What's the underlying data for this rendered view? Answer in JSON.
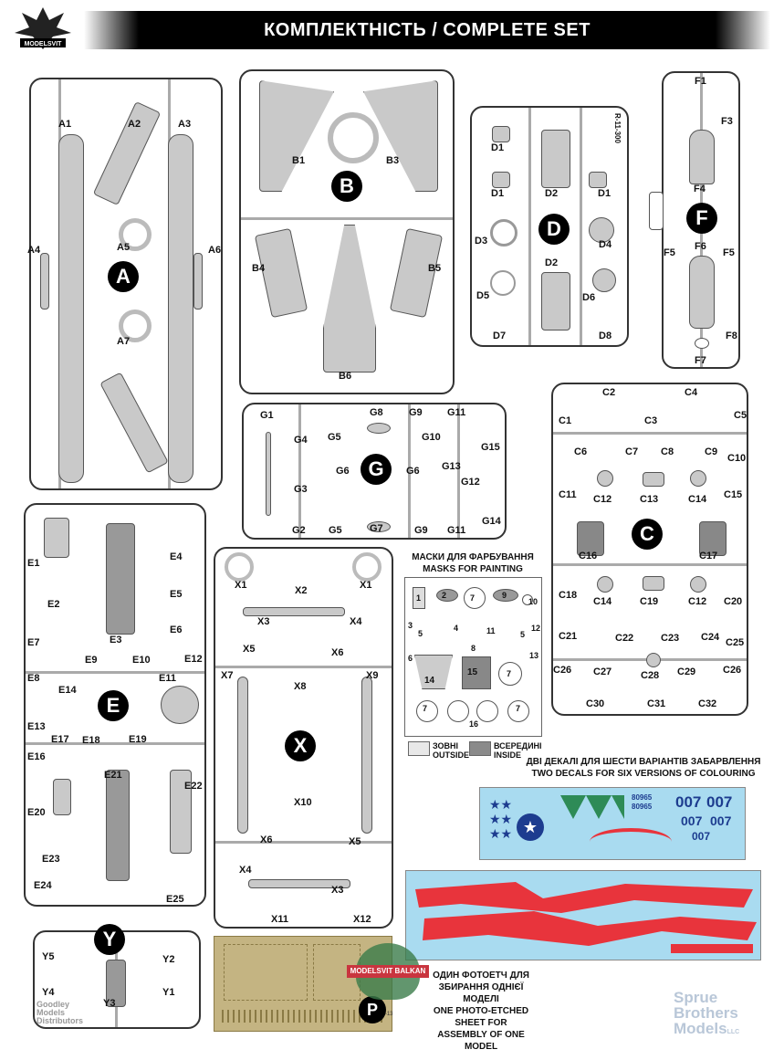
{
  "header": {
    "title": "КОМПЛЕКТНІСТЬ / COMPLETE SET",
    "brand": "MODELSVIT"
  },
  "sprues": {
    "A": {
      "letter": "A",
      "labels": [
        "A1",
        "A2",
        "A3",
        "A4",
        "A5",
        "A6",
        "A7"
      ]
    },
    "B": {
      "letter": "B",
      "labels": [
        "B1",
        "B3",
        "B4",
        "B5",
        "B6"
      ]
    },
    "D": {
      "letter": "D",
      "labels": [
        "D1",
        "D1",
        "D1",
        "D2",
        "D2",
        "D3",
        "D4",
        "D5",
        "D6",
        "D7",
        "D8"
      ],
      "code": "R-11-300"
    },
    "F": {
      "letter": "F",
      "labels": [
        "F1",
        "F3",
        "F4",
        "F5",
        "F6",
        "F5",
        "F8",
        "F7"
      ]
    },
    "G": {
      "letter": "G",
      "labels": [
        "G1",
        "G8",
        "G9",
        "G11",
        "G4",
        "G5",
        "G10",
        "G15",
        "G6",
        "G6",
        "G13",
        "G3",
        "G12",
        "G2",
        "G5",
        "G7",
        "G9",
        "G11",
        "G14"
      ]
    },
    "C": {
      "letter": "C",
      "labels": [
        "C2",
        "C4",
        "C1",
        "C3",
        "C5",
        "C6",
        "C7",
        "C8",
        "C9",
        "C10",
        "C11",
        "C12",
        "C13",
        "C14",
        "C15",
        "C16",
        "C17",
        "C18",
        "C14",
        "C19",
        "C12",
        "C20",
        "C21",
        "C22",
        "C23",
        "C24",
        "C25",
        "C26",
        "C27",
        "C28",
        "C29",
        "C26",
        "C30",
        "C31",
        "C32"
      ]
    },
    "E": {
      "letter": "E",
      "labels": [
        "E1",
        "E4",
        "E2",
        "E5",
        "E3",
        "E6",
        "E7",
        "E8",
        "E9",
        "E10",
        "E12",
        "E11",
        "E14",
        "E13",
        "E17",
        "E18",
        "E19",
        "E16",
        "E21",
        "E22",
        "E20",
        "E23",
        "E24",
        "E25"
      ]
    },
    "X": {
      "letter": "X",
      "labels": [
        "X1",
        "X1",
        "X2",
        "X3",
        "X4",
        "X5",
        "X6",
        "X7",
        "X8",
        "X9",
        "X10",
        "X6",
        "X5",
        "X4",
        "X3",
        "X11",
        "X12"
      ]
    },
    "Y": {
      "letter": "Y",
      "labels": [
        "Y5",
        "Y2",
        "Y4",
        "Y1",
        "Y3"
      ]
    }
  },
  "masks": {
    "title_ua": "МАСКИ ДЛЯ ФАРБУВАННЯ",
    "title_en": "MASKS FOR PAINTING",
    "numbers": [
      "1",
      "2",
      "7",
      "9",
      "10",
      "3",
      "4",
      "11",
      "5",
      "12",
      "5",
      "8",
      "13",
      "6",
      "14",
      "15",
      "7",
      "7",
      "16",
      "7"
    ],
    "legend": [
      {
        "ua": "ЗОВНІ",
        "en": "OUTSIDE",
        "color": "#e8e8e8"
      },
      {
        "ua": "ВСЕРЕДИНІ",
        "en": "INSIDE",
        "color": "#8a8a8a"
      }
    ]
  },
  "decals": {
    "note_ua": "ДВІ ДЕКАЛІ ДЛЯ ШЕСТИ ВАРІАНТІВ ЗАБАРВЛЕННЯ",
    "note_en": "TWO DECALS FOR SIX VERSIONS OF COLOURING",
    "sheet1_texts": [
      "007",
      "007",
      "007",
      "007",
      "007",
      "80965",
      "80965"
    ]
  },
  "photo_etch": {
    "note_ua_1": "ОДИН ФОТОЕТЧ ДЛЯ",
    "note_ua_2": "ЗБИРАННЯ ОДНІЄЇ МОДЕЛІ",
    "note_en_1": "ONE PHOTO-ETCHED SHEET FOR",
    "note_en_2": "ASSEMBLY OF ONE MODEL",
    "letter": "P",
    "caption": "МиГ-21Ф-13"
  },
  "watermarks": {
    "sprue_brothers": [
      "Sprue",
      "Brothers",
      "Models"
    ],
    "sprue_brothers_suffix": "LLC",
    "modelsvit_balkan": "MODELSVIT BALKAN",
    "distributor": [
      "Goodley",
      "Models",
      "Distributors"
    ]
  },
  "colors": {
    "pe_gold": "#c4b482",
    "decal_blue": "#a9dbf0",
    "decal_red": "#e8343c"
  }
}
